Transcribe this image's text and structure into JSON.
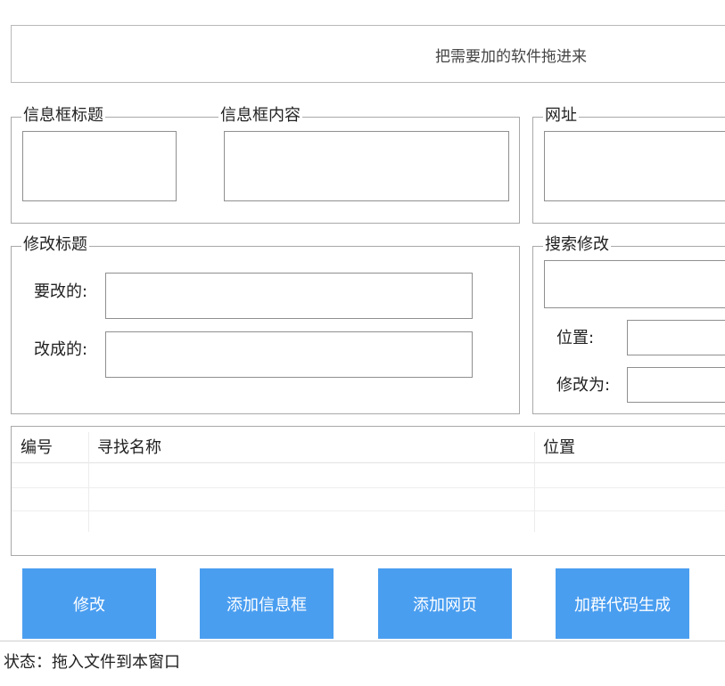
{
  "dropzone": {
    "text": "把需要加的软件拖进来"
  },
  "groups": {
    "msgbox_title": {
      "label": "信息框标题",
      "value": ""
    },
    "msgbox_content": {
      "label": "信息框内容",
      "value": ""
    },
    "url": {
      "label": "网址",
      "value": ""
    },
    "modify_title": {
      "label": "修改标题",
      "find_label": "要改的:",
      "find_value": "",
      "replace_label": "改成的:",
      "replace_value": ""
    },
    "search_modify": {
      "label": "搜索修改",
      "search_value": "",
      "position_label": "位置:",
      "position_value": "",
      "modify_to_label": "修改为:",
      "modify_to_value": ""
    }
  },
  "list": {
    "columns": [
      "编号",
      "寻找名称",
      "位置"
    ],
    "rows": []
  },
  "buttons": {
    "modify": "修改",
    "add_msgbox": "添加信息框",
    "add_webpage": "添加网页",
    "join_group": "加群代码生成"
  },
  "status": {
    "text": "状态：拖入文件到本窗口"
  }
}
